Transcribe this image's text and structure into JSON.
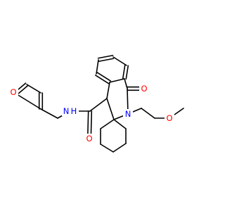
{
  "molecule": {
    "atoms": {
      "carbonyl_o": "O",
      "ring_n": "N",
      "amide_o": "O",
      "amide_n": "N",
      "amide_h": "H",
      "furan_o": "O",
      "ether_o": "O"
    },
    "colors": {
      "bond": "#000000",
      "oxygen": "#ff0000",
      "nitrogen": "#0000ff"
    }
  }
}
